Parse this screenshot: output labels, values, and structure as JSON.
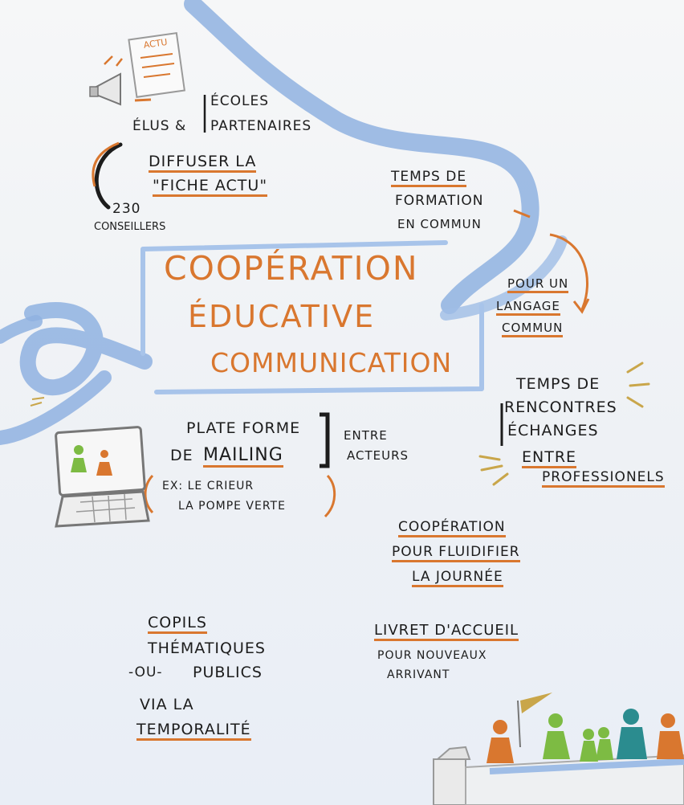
{
  "board": {
    "actu_label": "ACTU",
    "audience": {
      "elus": "ÉLUS &",
      "ecoles": "ÉCOLES",
      "partenaires": "PARTENAIRES",
      "count": "230",
      "conseillers": "CONSEILLERS"
    },
    "diffuser": {
      "line1": "DIFFUSER LA",
      "line2": "\"FICHE ACTU\""
    },
    "formation": {
      "line1": "TEMPS DE",
      "line2": "FORMATION",
      "line3": "EN COMMUN"
    },
    "langage": {
      "line1": "POUR UN",
      "line2": "LANGAGE",
      "line3": "COMMUN"
    },
    "title": {
      "line1": "COOPÉRATION",
      "line2": "ÉDUCATIVE",
      "line3": "COMMUNICATION"
    },
    "rencontres": {
      "line1": "TEMPS DE",
      "line2": "RENCONTRES",
      "line3": "ÉCHANGES",
      "line4": "ENTRE",
      "line5": "PROFESSIONELS"
    },
    "mailing": {
      "line1": "PLATE FORME",
      "line2a": "DE",
      "line2b": "MAILING",
      "entre": "ENTRE",
      "acteurs": "ACTEURS",
      "ex1": "EX: LE CRIEUR",
      "ex2": "LA POMPE VERTE"
    },
    "cooperation_journee": {
      "line1": "COOPÉRATION",
      "line2": "POUR FLUIDIFIER",
      "line3": "LA JOURNÉE"
    },
    "copils": {
      "line1": "COPILS",
      "line2": "THÉMATIQUES",
      "line3a": "-OU-",
      "line3b": "PUBLICS",
      "line4": "VIA LA",
      "line5": "TEMPORALITÉ"
    },
    "livret": {
      "line1": "LIVRET D'ACCUEIL",
      "line2": "POUR NOUVEAUX",
      "line3": "ARRIVANT"
    }
  },
  "colors": {
    "ink": "#1c1c1c",
    "orange": "#d9772f",
    "blue": "#7fa6db",
    "green": "#7dbb43",
    "teal": "#2b8c8f",
    "paper": "#f4f6f8"
  },
  "icons": [
    "megaphone-icon",
    "newsletter-icon",
    "laptop-icon",
    "people-group-icon",
    "flag-icon"
  ]
}
